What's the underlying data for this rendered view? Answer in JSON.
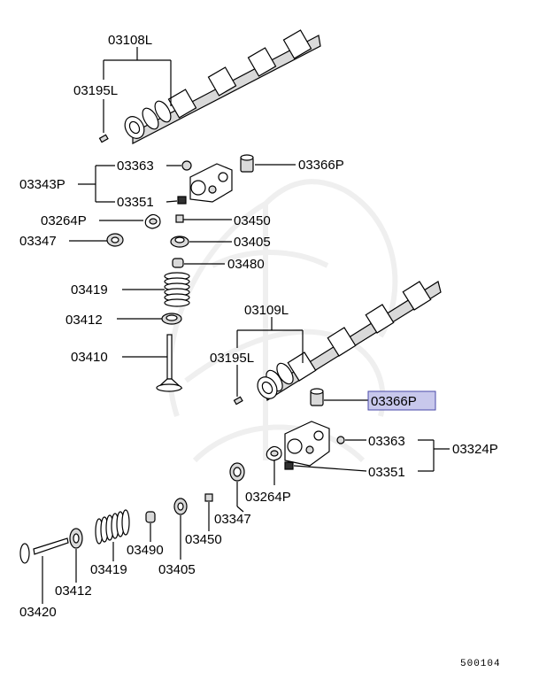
{
  "labels": {
    "camshaft_upper": "03108L",
    "pin_upper": "03195L",
    "plug_upper_3363": "03363",
    "rocker_assy_upper": "03343P",
    "adjuster_upper": "03366P",
    "bolt_upper": "03351",
    "retainer_upper": "03264P",
    "key_upper": "03450",
    "seat_upper": "03347",
    "spring_retainer_upper": "03405",
    "seal_upper": "03480",
    "spring_upper": "03419",
    "spring_seat_upper": "03412",
    "valve_upper": "03410",
    "camshaft_lower": "03109L",
    "pin_lower": "03195L",
    "adjuster_lower": "03366P",
    "plug_lower": "03363",
    "rocker_assy_lower": "03324P",
    "bolt_lower": "03351",
    "retainer_lower": "03264P",
    "seat_lower": "03347",
    "key_lower": "03450",
    "seal_lower": "03490",
    "spring_retainer_lower": "03405",
    "spring_lower": "03419",
    "spring_seat_lower": "03412",
    "valve_lower": "03420"
  },
  "footer": {
    "diagram_code": "500104"
  },
  "colors": {
    "highlight_fill": "#c8c8ec",
    "highlight_border": "#4a4aa8",
    "watermark": "#efefef"
  }
}
